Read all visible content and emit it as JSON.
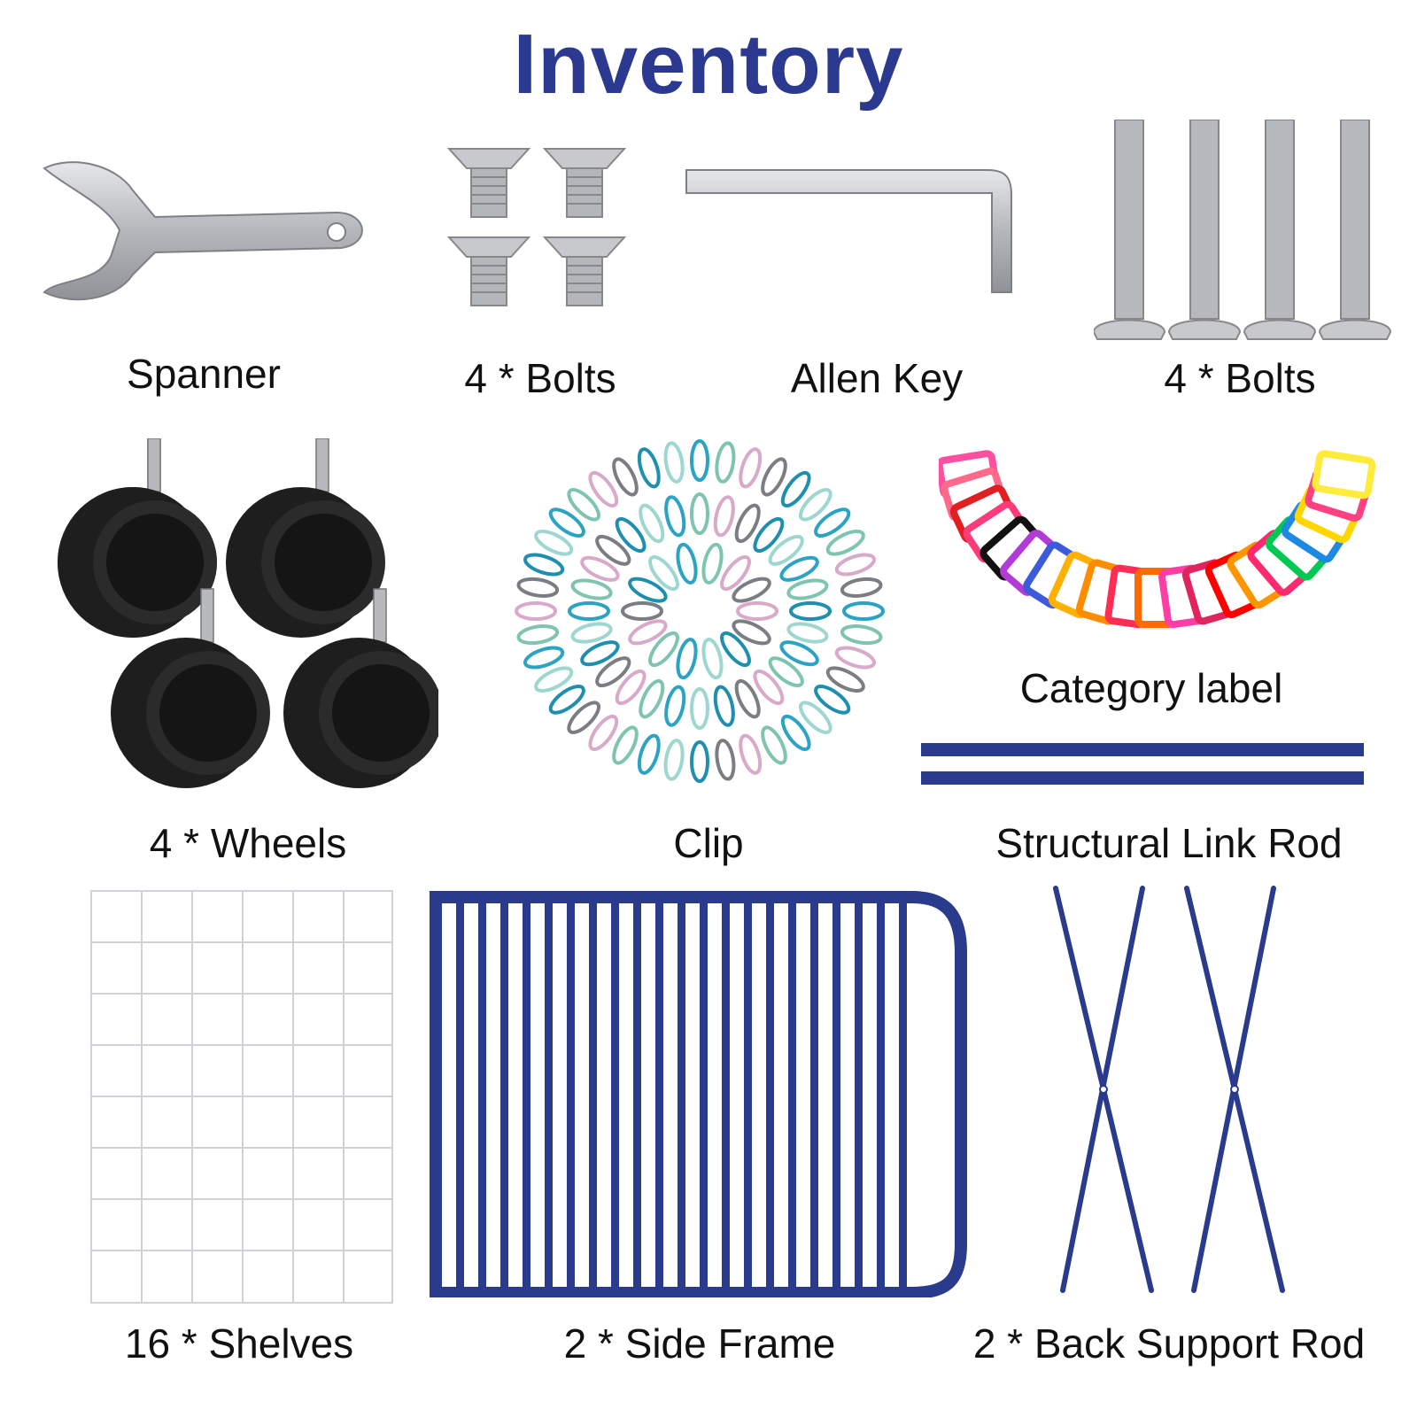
{
  "title": "Inventory",
  "colors": {
    "title": "#2b3990",
    "frame_blue": "#2a3a8c",
    "metal": "#b9bcc0",
    "wheel": "#1e1e1e"
  },
  "items": {
    "spanner": {
      "label": "Spanner",
      "icon": "spanner-icon"
    },
    "bolts_small": {
      "label": "4 * Bolts",
      "icon": "flat-bolt-icon"
    },
    "allen_key": {
      "label": "Allen Key",
      "icon": "allen-key-icon"
    },
    "bolts_long": {
      "label": "4 * Bolts",
      "icon": "long-bolt-icon"
    },
    "wheels": {
      "label": "4 * Wheels",
      "icon": "caster-wheel-icon"
    },
    "clip": {
      "label": "Clip",
      "icon": "clip-icon"
    },
    "category_label": {
      "label": "Category label",
      "icon": "tag-icon"
    },
    "link_rod": {
      "label": "Structural Link Rod",
      "icon": "rod-icon"
    },
    "shelves": {
      "label": "16 * Shelves",
      "icon": "wire-grid-icon"
    },
    "side_frame": {
      "label": "2 * Side Frame",
      "icon": "side-frame-icon"
    },
    "back_rod": {
      "label": "2 * Back Support Rod",
      "icon": "cross-rod-icon"
    }
  }
}
